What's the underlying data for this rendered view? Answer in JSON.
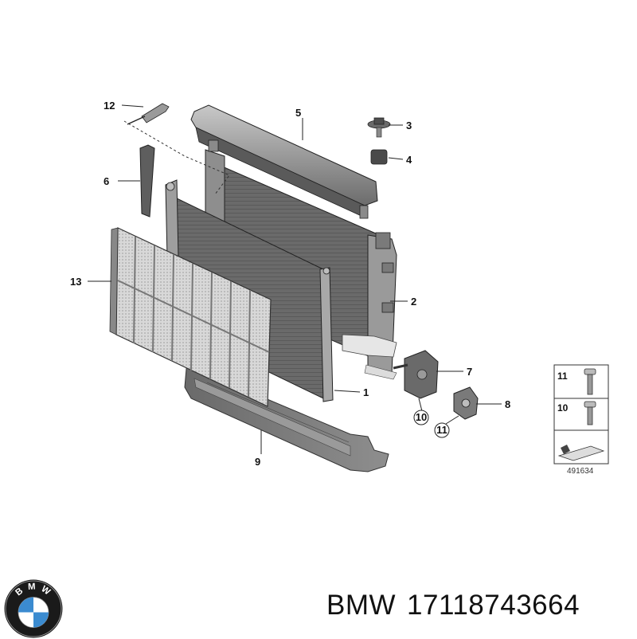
{
  "callouts": {
    "c1": "1",
    "c2": "2",
    "c3": "3",
    "c4": "4",
    "c5": "5",
    "c6": "6",
    "c7": "7",
    "c8": "8",
    "c9": "9",
    "c10": "10",
    "c11": "11",
    "c12": "12",
    "c13": "13"
  },
  "inset": {
    "row1_number": "11",
    "row2_number": "10"
  },
  "reference_number": "491634",
  "caption": {
    "brand": "BMW",
    "part_number": "17118743664"
  },
  "logo": {
    "letters": [
      "B",
      "M",
      "W"
    ],
    "colors": {
      "ring": "#1a1a1a",
      "blue": "#3b8bd0",
      "white": "#ffffff"
    }
  }
}
